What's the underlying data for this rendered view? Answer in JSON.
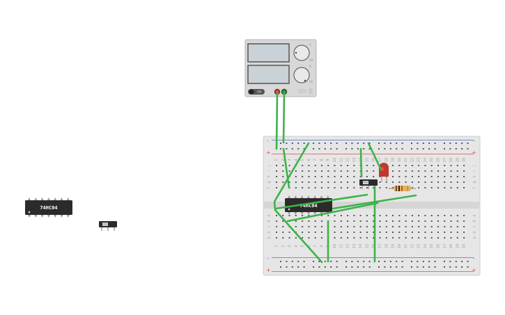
{
  "power_supply": {
    "readout_top_label": "CV",
    "readout_bottom_label": "CC",
    "knob_top_label": "V",
    "knob_bottom_label": "A",
    "on_label": "ON",
    "terminal_labels": [
      "+",
      "-"
    ]
  },
  "loose_chip": {
    "label": "74HC04"
  },
  "board_chip": {
    "label": "74HC04"
  },
  "breadboard": {
    "rail_minus": "-",
    "rail_plus": "+",
    "top_row_letters": [
      "j",
      "i",
      "h",
      "g",
      "f"
    ],
    "bottom_row_letters": [
      "e",
      "d",
      "c",
      "b",
      "a"
    ],
    "column_numbers": [
      "1",
      "2",
      "3",
      "4",
      "5",
      "6",
      "7",
      "8",
      "9",
      "10",
      "11",
      "12",
      "13",
      "14",
      "15",
      "16",
      "17",
      "18",
      "19",
      "20",
      "21",
      "22",
      "23",
      "24",
      "25",
      "26",
      "27",
      "28",
      "29",
      "30"
    ]
  },
  "colors": {
    "wire": "#3cb34a",
    "board": "#e6e6e6",
    "rail_red": "#d9534f",
    "rail_blue": "#4a76c9",
    "chip": "#2b2b2b",
    "led": "#c0392b"
  },
  "icons": [
    "power-supply-icon",
    "ic-chip-icon",
    "slide-switch-icon",
    "led-icon",
    "resistor-icon",
    "breadboard-icon"
  ]
}
